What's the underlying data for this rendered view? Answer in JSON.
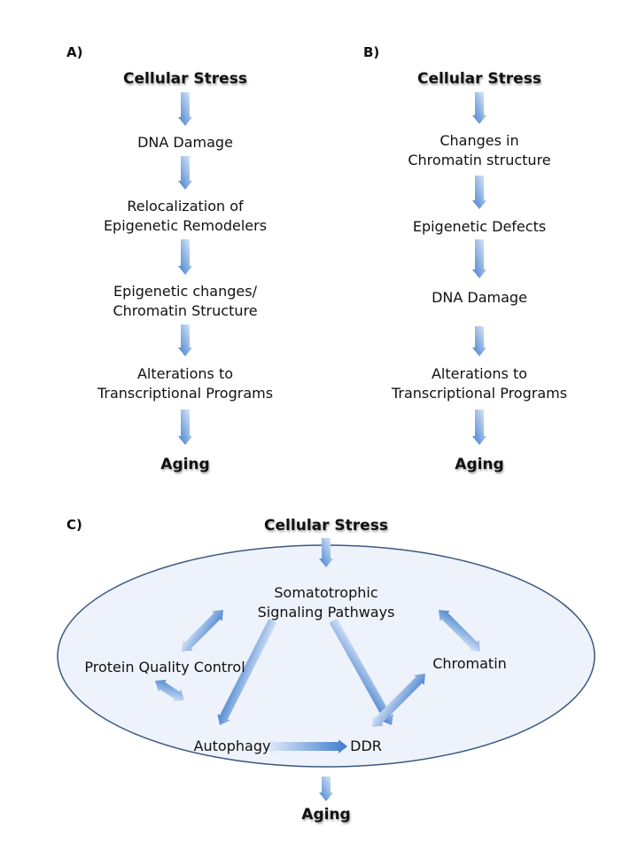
{
  "panel_a": {
    "label": "A)",
    "nodes": [
      "Cellular  Stress",
      "DNA Damage",
      "Relocalization of\nEpigenetic Remodelers",
      "Epigenetic changes/\nChromatin Structure",
      "Alterations to\nTranscriptional Programs",
      "Aging"
    ]
  },
  "panel_b": {
    "label": "B)",
    "nodes": [
      "Cellular  Stress",
      "Changes in\nChromatin structure",
      "Epigenetic Defects",
      "DNA Damage",
      "Alterations to\nTranscriptional Programs",
      "Aging"
    ]
  },
  "panel_c": {
    "label": "C)",
    "input": "Cellular  Stress",
    "output": "Aging",
    "nodes": {
      "somato": "Somatotrophic\nSignaling Pathways",
      "pqc": "Protein Quality Control",
      "chromatin": "Chromatin",
      "autophagy": "Autophagy",
      "ddr": "DDR"
    }
  },
  "colors": {
    "arrow_light": "#dbe8f8",
    "arrow_dark": "#4a86d0",
    "ellipse_fill": "#eef2fa",
    "ellipse_stroke": "#3a5a80"
  }
}
